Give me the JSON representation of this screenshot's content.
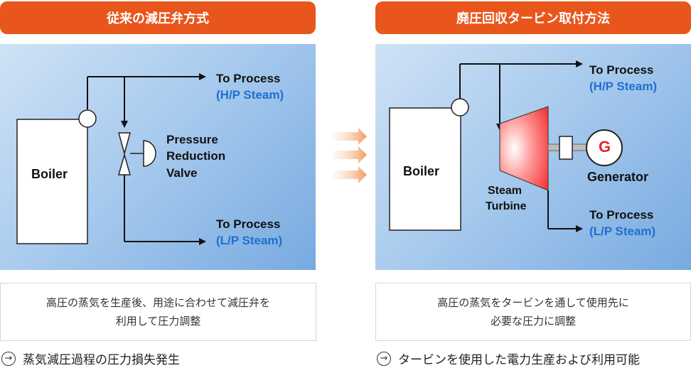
{
  "left": {
    "title": "従来の減圧弁方式",
    "boiler": "Boiler",
    "valve_line1": "Pressure",
    "valve_line2": "Reduction",
    "valve_line3": "Valve",
    "hp_dest": "To Process",
    "hp_steam": "(H/P Steam)",
    "lp_dest": "To Process",
    "lp_steam": "(L/P Steam)",
    "desc_line1": "高圧の蒸気を生産後、用途に合わせて減圧弁を",
    "desc_line2": "利用して圧力調整",
    "result": "蒸気減圧過程の圧力損失発生"
  },
  "right": {
    "title": "廃圧回収タービン取付方法",
    "boiler": "Boiler",
    "turbine_line1": "Steam",
    "turbine_line2": "Turbine",
    "generator_symbol": "G",
    "generator": "Generator",
    "hp_dest": "To Process",
    "hp_steam": "(H/P Steam)",
    "lp_dest": "To Process",
    "lp_steam": "(L/P Steam)",
    "desc_line1": "高圧の蒸気をタービンを通して使用先に",
    "desc_line2": "必要な圧力に調整",
    "result": "タービンを使用した電力生産および利用可能"
  },
  "colors": {
    "tab": "#e8561c",
    "steam_label": "#1f6fd1",
    "generator_symbol": "#e8252a",
    "flow_arrows": "#f6b88f"
  },
  "icons": {
    "result_bullet": "circle-arrow-right-icon",
    "transition": "triple-arrow-right-icon"
  }
}
